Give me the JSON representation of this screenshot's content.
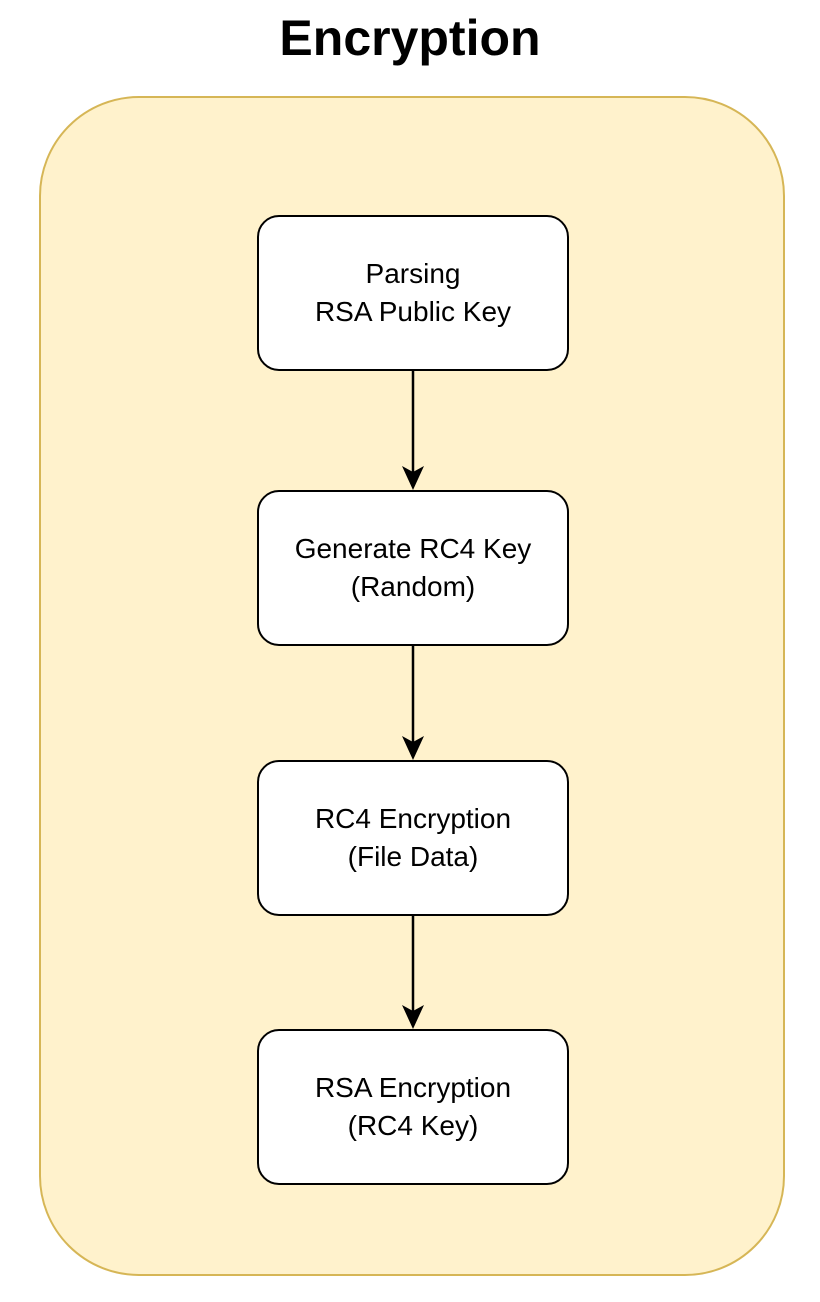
{
  "title": "Encryption",
  "colors": {
    "container_fill": "#fff2cc",
    "container_stroke": "#d6b656",
    "node_fill": "#ffffff",
    "node_stroke": "#000000",
    "edge_color": "#000000"
  },
  "nodes": [
    {
      "id": "parse-rsa",
      "line1": "Parsing",
      "line2": "RSA Public Key"
    },
    {
      "id": "gen-rc4",
      "line1": "Generate RC4 Key",
      "line2": "(Random)"
    },
    {
      "id": "rc4-enc",
      "line1": "RC4 Encryption",
      "line2": "(File Data)"
    },
    {
      "id": "rsa-enc",
      "line1": "RSA Encryption",
      "line2": "(RC4 Key)"
    }
  ],
  "edges": [
    {
      "from": "parse-rsa",
      "to": "gen-rc4"
    },
    {
      "from": "gen-rc4",
      "to": "rc4-enc"
    },
    {
      "from": "rc4-enc",
      "to": "rsa-enc"
    }
  ]
}
